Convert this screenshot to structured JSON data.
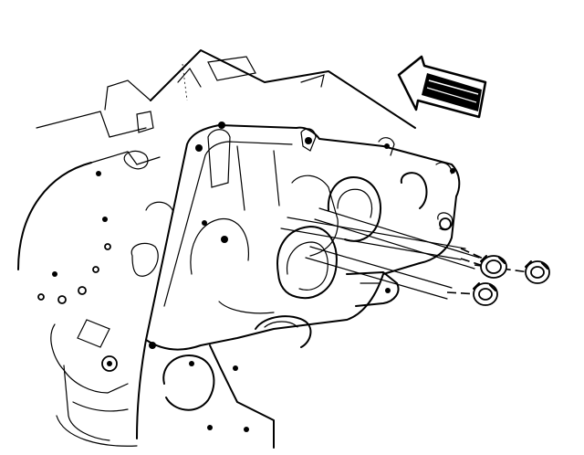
{
  "diagram": {
    "background": "#ffffff",
    "ink": "#000000",
    "arrow_icon": "direction-arrow-icon",
    "parts": [
      "engine-block",
      "timing-cover",
      "oil-pump-bolt",
      "oil-pump-bolt",
      "bolt-head",
      "bolt-head",
      "bolt-head"
    ]
  }
}
